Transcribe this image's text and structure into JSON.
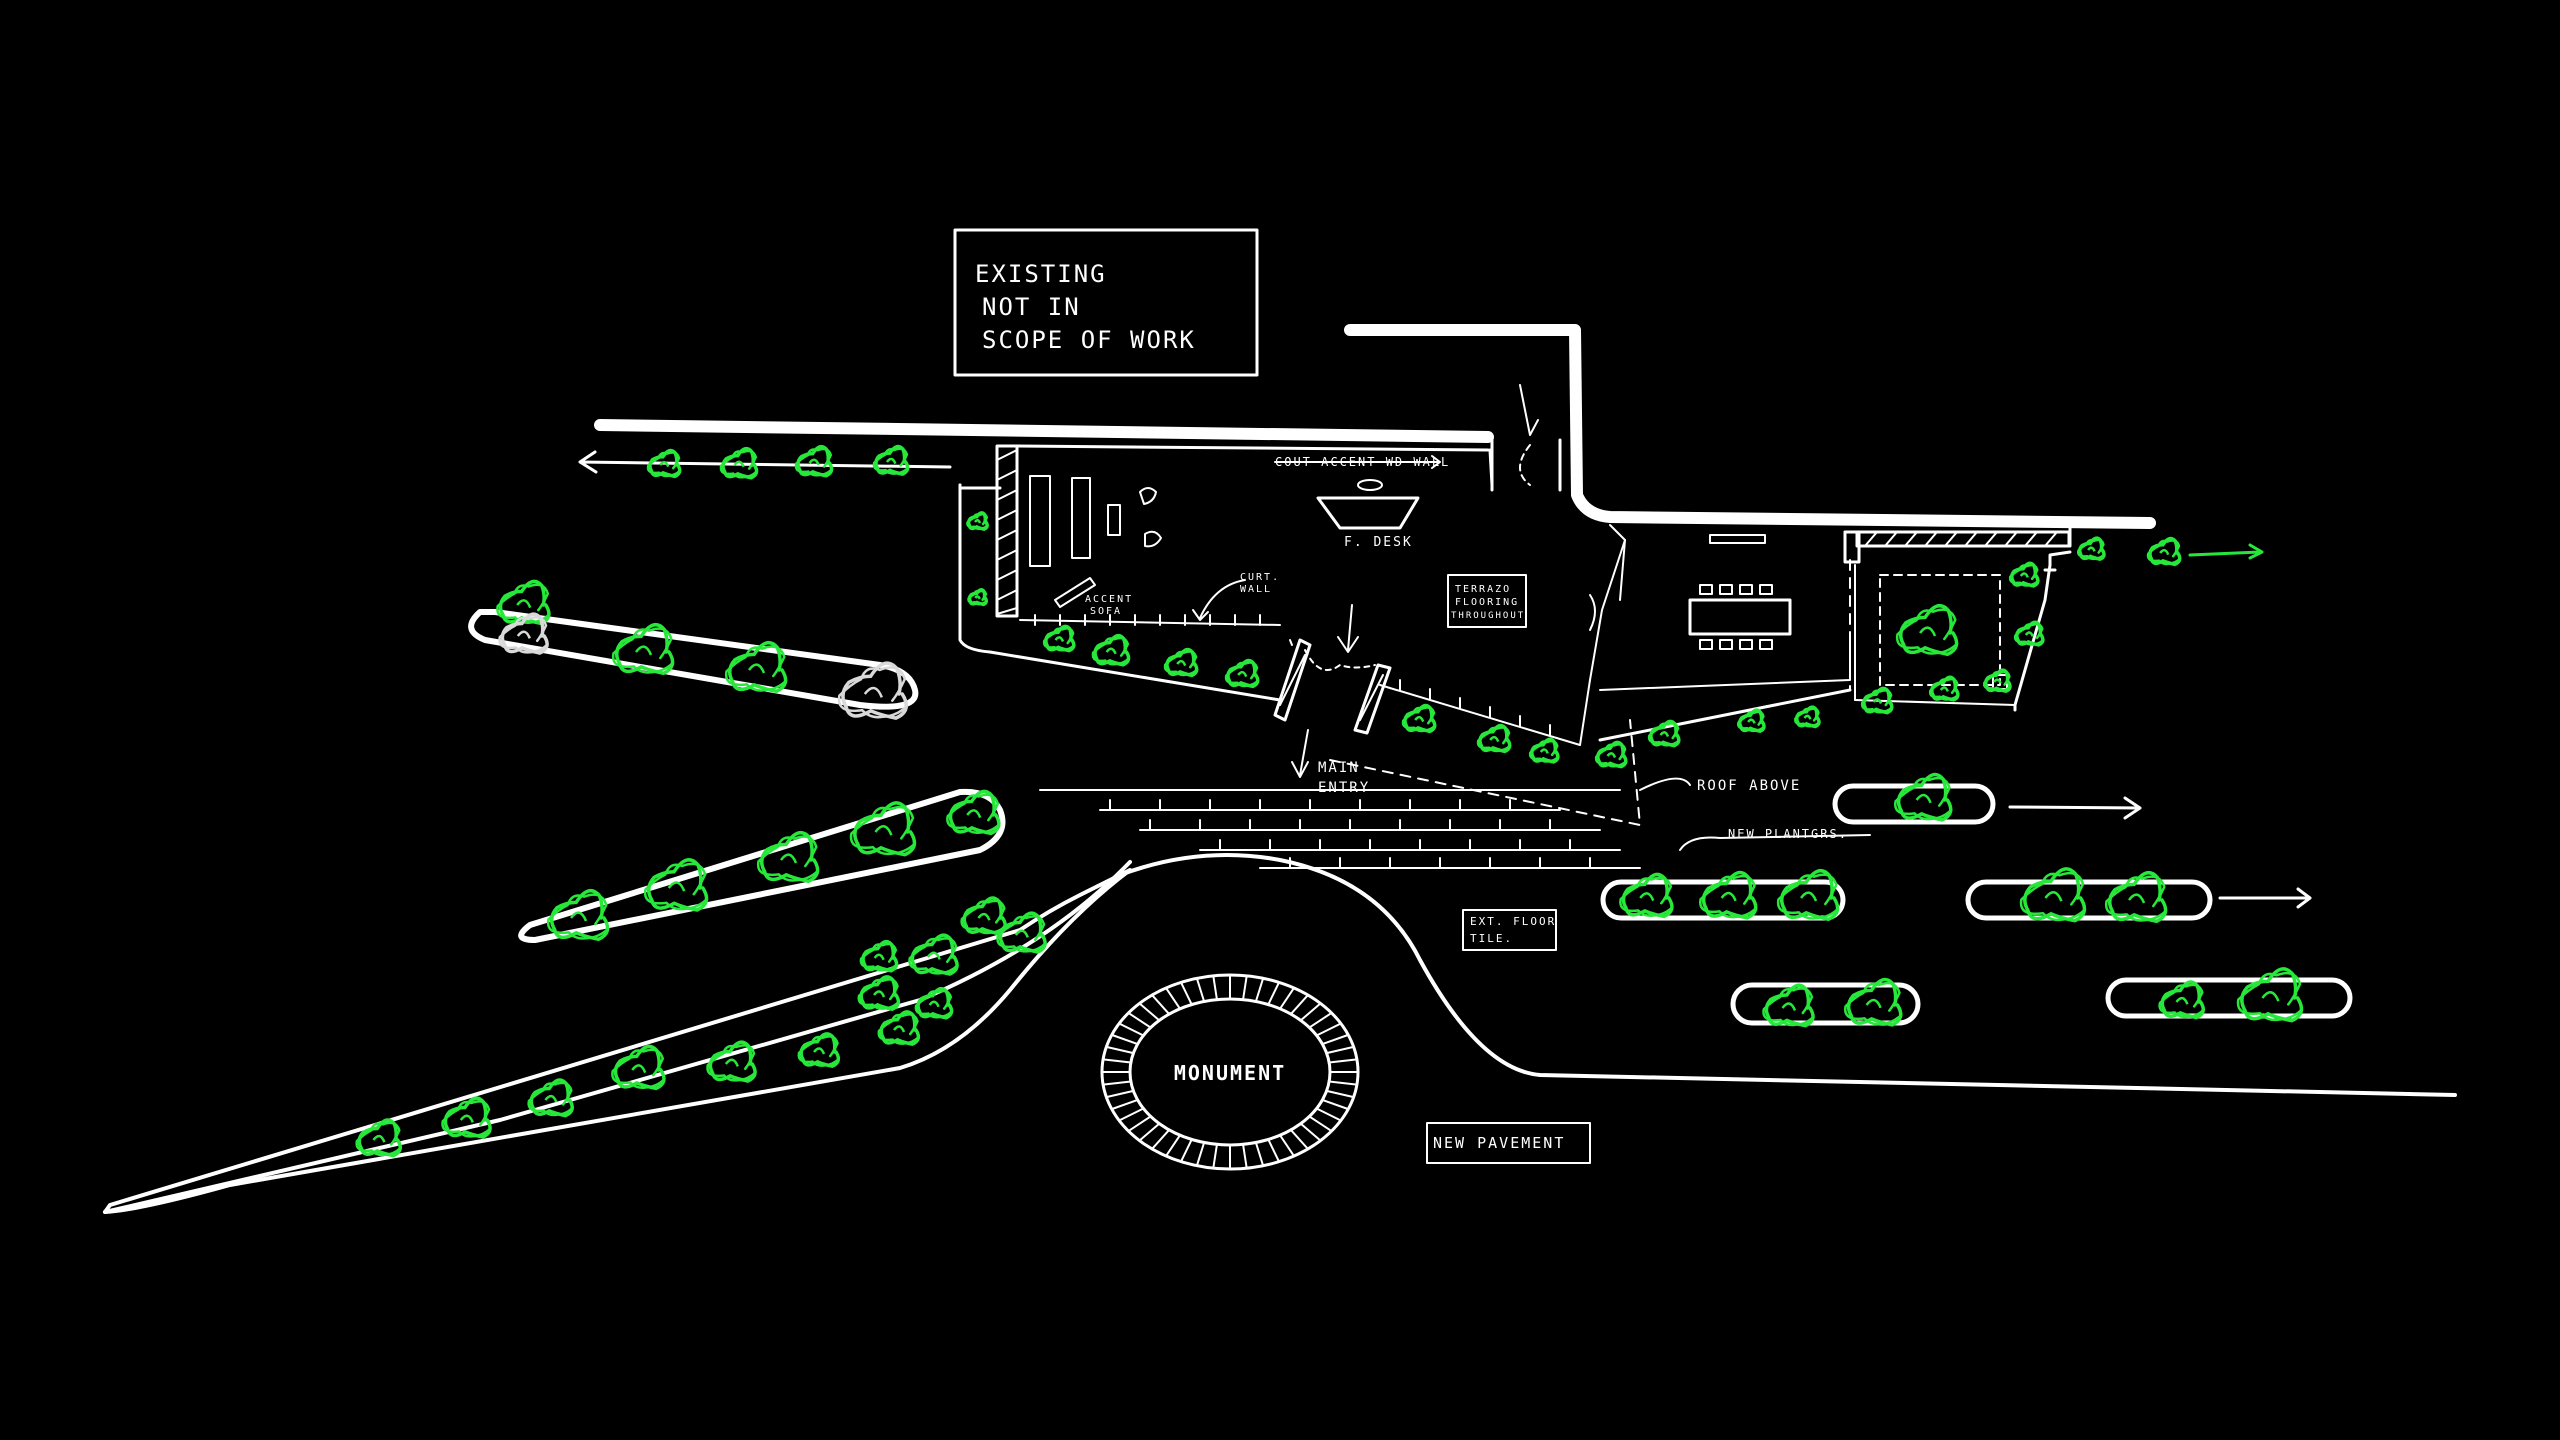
{
  "canvas": {
    "background": "#000000"
  },
  "colors": {
    "linework": "#ffffff",
    "planting": "#27e83a",
    "existing_tree": "#d9d9d9"
  },
  "labels": {
    "scope_note": [
      "EXISTING",
      "NOT IN",
      "SCOPE OF WORK"
    ],
    "accent_wall": "COUT ACCENT WD WALL",
    "front_desk": "F. DESK",
    "accent_sofa": [
      "ACCENT",
      "SOFA"
    ],
    "curtain_wall": [
      "CURT.",
      "WALL"
    ],
    "flooring": [
      "TERRAZO",
      "FLOORING",
      "THROUGHOUT"
    ],
    "main_entry": [
      "MAIN",
      "ENTRY"
    ],
    "roof_above": "ROOF ABOVE",
    "new_plantings": "NEW PLANTGRS.",
    "ext_floor_tile": [
      "EXT. FLOOR",
      "TILE."
    ],
    "monument": "MONUMENT",
    "new_pavement": "NEW PAVEMENT"
  }
}
